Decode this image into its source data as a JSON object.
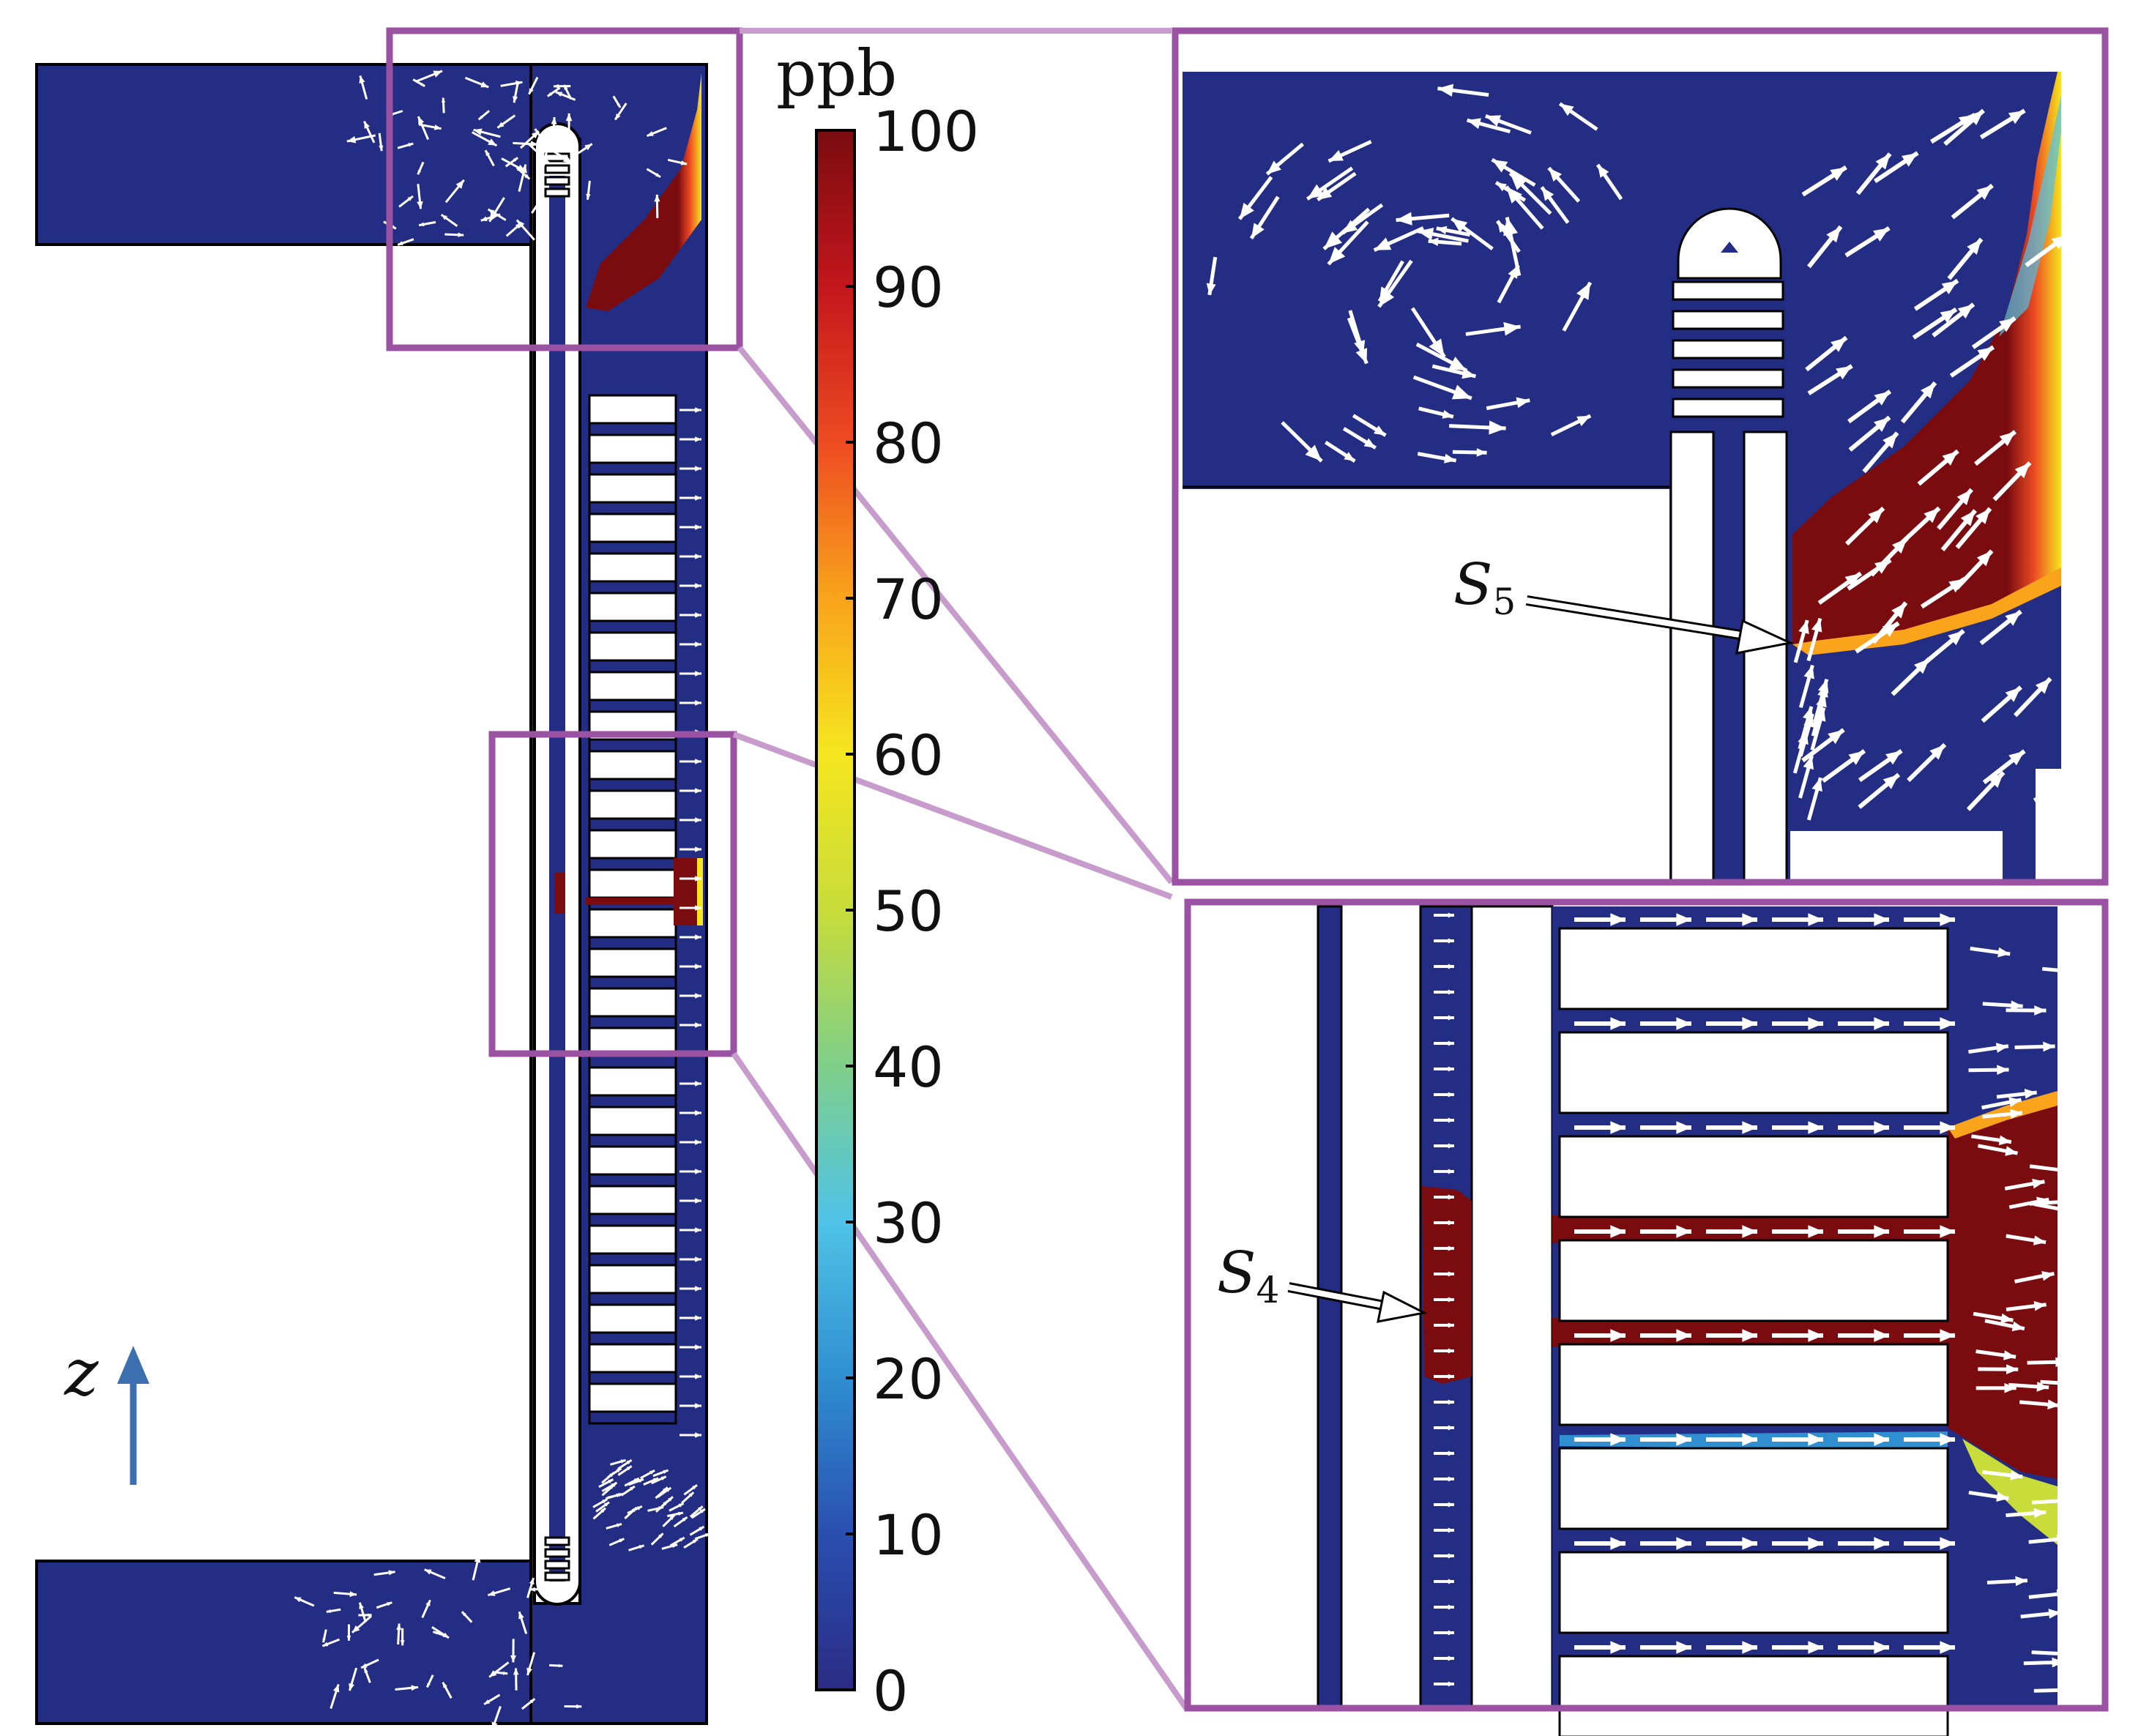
{
  "colorbar": {
    "unit_label": "ppb",
    "ticks": [
      "0",
      "10",
      "20",
      "30",
      "40",
      "50",
      "60",
      "70",
      "80",
      "90",
      "100"
    ],
    "min": 0,
    "max": 100,
    "colormap": [
      "#2b2c84",
      "#2a4fb0",
      "#2f8fd0",
      "#4fc3e8",
      "#7fcf8a",
      "#c8dc3a",
      "#f5e61e",
      "#f9a41b",
      "#ee4b22",
      "#c3161c",
      "#7a0c10"
    ]
  },
  "axis_indicator": {
    "label": "z",
    "direction": "up",
    "color": "#3b6fb0"
  },
  "callouts": {
    "s5": {
      "label": "S",
      "subscript": "5"
    },
    "s4": {
      "label": "S",
      "subscript": "4"
    }
  },
  "colors": {
    "field_low": "#232d83",
    "field_high": "#7a0c10",
    "zoom_frame": "#9c52a3",
    "zoom_connector": "#c79bcc",
    "arrow": "#ffffff",
    "outline": "#000000"
  },
  "counts": {
    "left_fins": 26,
    "right_fins": 8
  }
}
